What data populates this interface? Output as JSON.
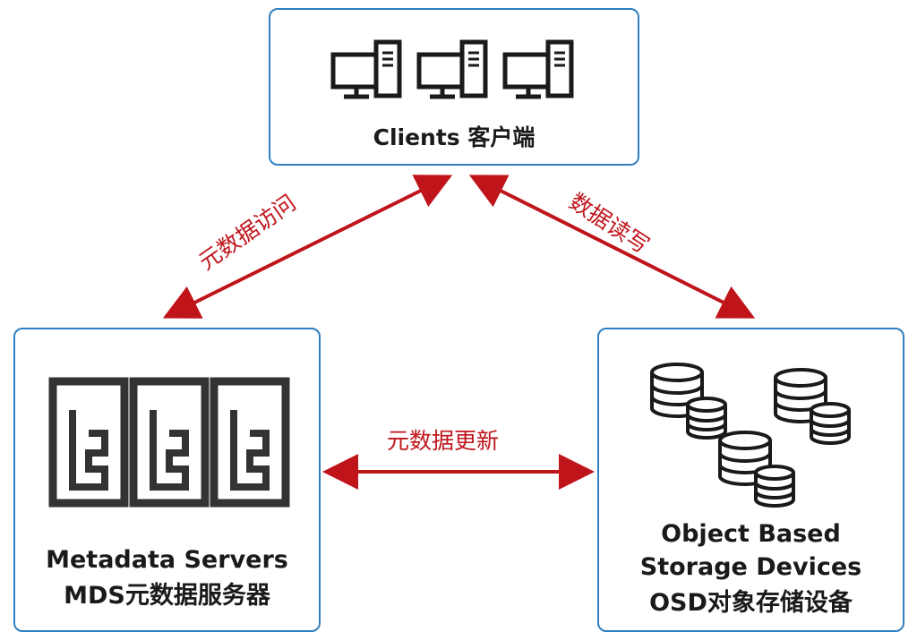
{
  "nodes": {
    "clients": {
      "label": "Clients 客户端"
    },
    "mds": {
      "label_line1": "Metadata Servers",
      "label_line2": "MDS元数据服务器"
    },
    "osd": {
      "label_line1": "Object Based",
      "label_line2": "Storage Devices",
      "label_line3": "OSD对象存储设备"
    }
  },
  "edges": {
    "meta_access": "元数据访问",
    "data_rw": "数据读写",
    "meta_update": "元数据更新"
  },
  "colors": {
    "box_border": "#2f7fc1",
    "arrow": "#c0141b",
    "icon": "#1a1a1a"
  },
  "icons": [
    "computer-icon",
    "server-rack-icon",
    "database-icon"
  ]
}
